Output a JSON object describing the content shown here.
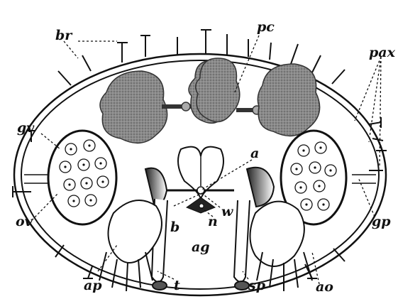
{
  "labels": {
    "br": "br",
    "pc": "pc",
    "pax": "pax",
    "gv": "gv",
    "gp": "gp",
    "ov": "ov",
    "a": "a",
    "b": "b",
    "w": "w",
    "n": "n",
    "ag": "ag",
    "ap": "ap",
    "t": "t",
    "sp": "sp",
    "ao": "ao"
  }
}
